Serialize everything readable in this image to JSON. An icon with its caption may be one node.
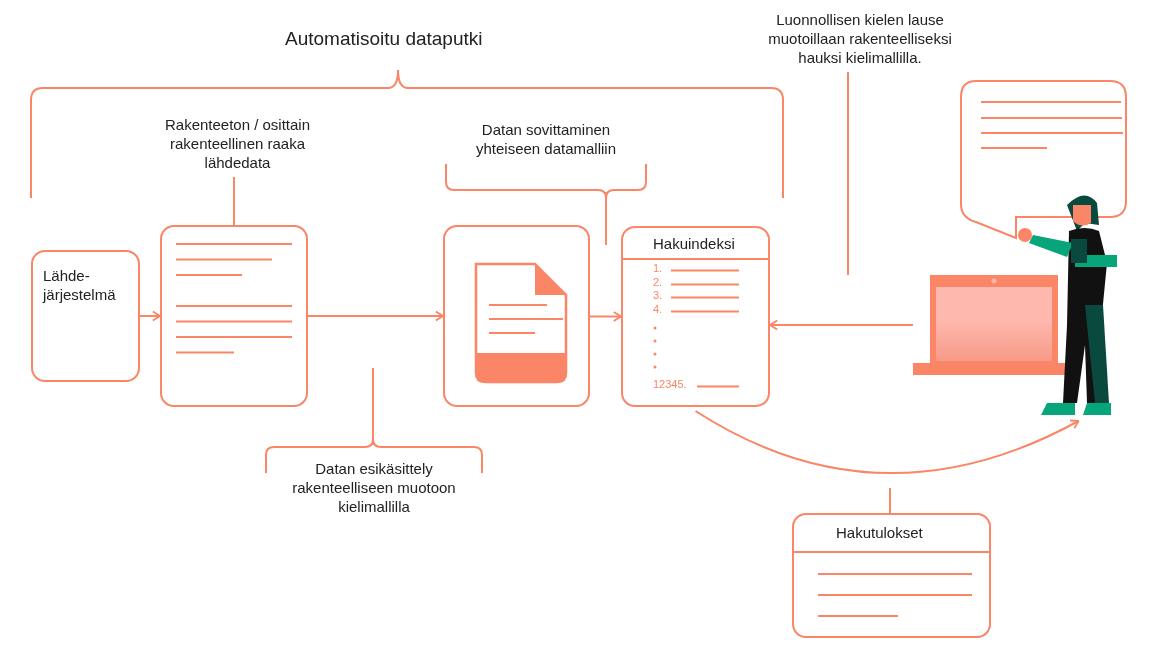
{
  "diagram": {
    "title": "Automatisoitu dataputki",
    "nodes": [
      {
        "text": [
          "Lähde- järjestelmä"
        ]
      },
      {
        "text": [],
        "shape": "box"
      },
      {
        "text": [
          "Rakenteeton / osittain rakenteellinen raaka lähdedata"
        ]
      },
      {
        "text": [],
        "shape": "box"
      },
      {
        "text": [
          "Hakuindeksi",
          "1.",
          "2.",
          "3.",
          "4.",
          "12345."
        ]
      },
      {
        "text": [
          "Datan sovittaminen yhteiseen datamalliin"
        ]
      },
      {
        "text": [
          "Datan esikäsittely rakenteelliseen muotoon kielimallilla"
        ]
      },
      {
        "text": [
          "Luonnollisen kielen lause muotoillaan rakenteelliseksi hauksi kielimallilla."
        ]
      },
      {
        "text": [],
        "shape": "box"
      },
      {
        "text": [],
        "shape": "picture"
      },
      {
        "text": [],
        "shape": "person"
      },
      {
        "text": [
          "Hakutulokset"
        ]
      }
    ],
    "edges": [
      {
        "from": 2,
        "to": 1,
        "arrow": "none"
      },
      {
        "from": 0,
        "to": 1,
        "arrow": "to"
      },
      {
        "from": 1,
        "to": 3,
        "arrow": "to"
      },
      {
        "from": 3,
        "to": 4,
        "arrow": "to"
      },
      {
        "from": 9,
        "to": 4,
        "arrow": "to"
      },
      {
        "from": 5,
        "to": null,
        "arrow": "none"
      },
      {
        "from": 7,
        "to": null,
        "arrow": "none"
      },
      {
        "from": 6,
        "to": null,
        "arrow": "none"
      },
      {
        "from": 4,
        "to": 10,
        "arrow": "to"
      },
      {
        "from": 11,
        "to": null,
        "arrow": "none"
      }
    ]
  }
}
